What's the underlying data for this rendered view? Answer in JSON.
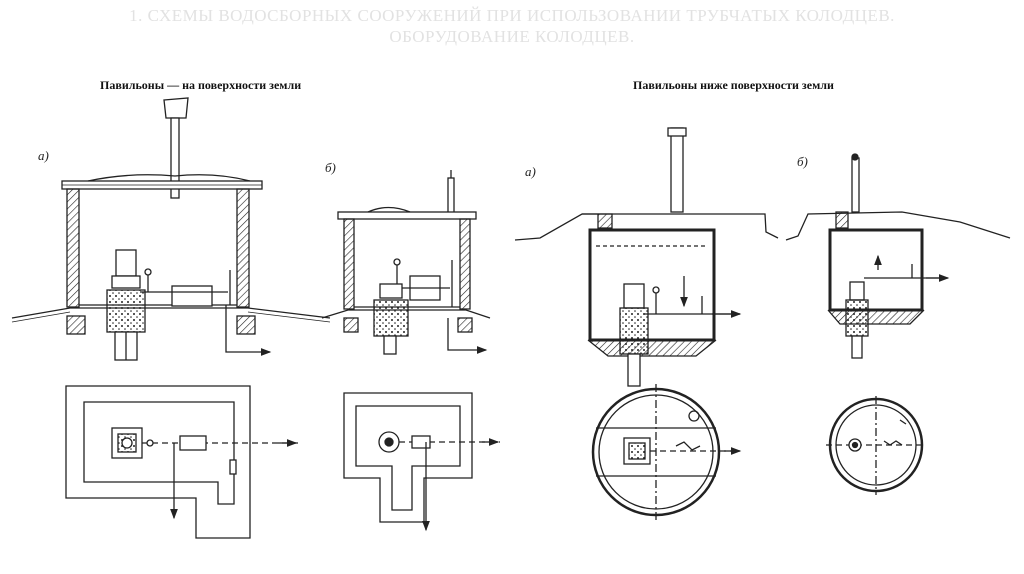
{
  "title": {
    "line1": "1. СХЕМЫ ВОДОСБОРНЫХ СООРУЖЕНИЙ ПРИ ИСПОЛЬЗОВАНИИ ТРУБЧАТЫХ КОЛОДЦЕВ.",
    "line2": "ОБОРУДОВАНИЕ КОЛОДЦЕВ."
  },
  "sections": {
    "above_ground": "Павильоны — на поверхности земли",
    "below_ground": "Павильоны ниже поверхности земли"
  },
  "labels": {
    "a_left": "а)",
    "b_left": "б)",
    "a_right": "а)",
    "b_right": "б)"
  },
  "colors": {
    "ink": "#222222",
    "title": "#e2e2e2"
  }
}
